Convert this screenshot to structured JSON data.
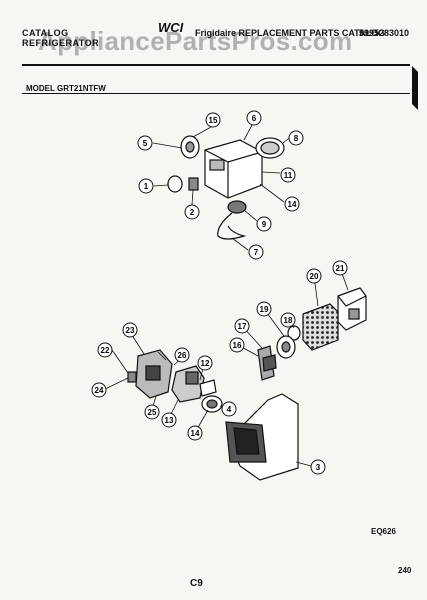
{
  "header": {
    "left_line1": "CATALOG",
    "left_line2": "REFRIGERATOR",
    "logo": "WCI",
    "title": "Frigidaire REPLACEMENT PARTS CATALOG",
    "right_code": "5995283010"
  },
  "watermark": "AppliancePartsPros.com",
  "model": "MODEL GRT21NTFW",
  "diagram_code": "EQ626",
  "page_ref": "C9",
  "page_number": "240",
  "callouts": [
    "1",
    "2",
    "3",
    "4",
    "5",
    "6",
    "7",
    "8",
    "9",
    "11",
    "12",
    "13",
    "14",
    "15",
    "16",
    "17",
    "18",
    "19",
    "20",
    "21",
    "22",
    "23",
    "24",
    "25",
    "26"
  ]
}
